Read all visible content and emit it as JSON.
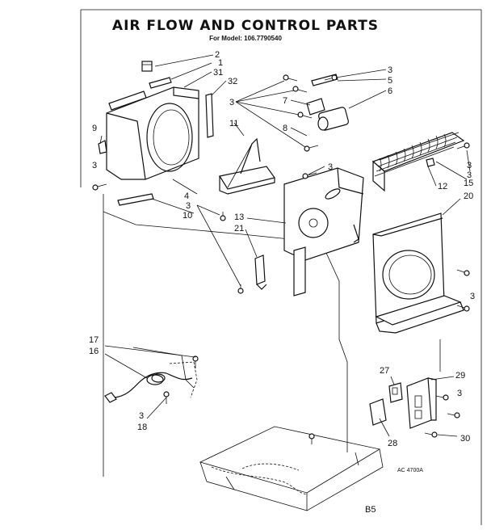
{
  "diagram": {
    "title": "AIR FLOW AND CONTROL PARTS",
    "subtitle": "For Model: 106.7790540",
    "footer_code": "AC 4700A",
    "page_mark": "B5",
    "callouts": [
      {
        "id": "c2",
        "text": "2"
      },
      {
        "id": "c1",
        "text": "1"
      },
      {
        "id": "c31",
        "text": "31"
      },
      {
        "id": "c32",
        "text": "32"
      },
      {
        "id": "c9",
        "text": "9"
      },
      {
        "id": "c3a",
        "text": "3"
      },
      {
        "id": "c11",
        "text": "11"
      },
      {
        "id": "c4",
        "text": "4"
      },
      {
        "id": "c3b",
        "text": "3"
      },
      {
        "id": "c10",
        "text": "10"
      },
      {
        "id": "c3c",
        "text": "3"
      },
      {
        "id": "c7",
        "text": "7"
      },
      {
        "id": "c8",
        "text": "8"
      },
      {
        "id": "c3d",
        "text": "3"
      },
      {
        "id": "c5",
        "text": "5"
      },
      {
        "id": "c6",
        "text": "6"
      },
      {
        "id": "c3e",
        "text": "3"
      },
      {
        "id": "c13",
        "text": "13"
      },
      {
        "id": "c21",
        "text": "21"
      },
      {
        "id": "c3f",
        "text": "3"
      },
      {
        "id": "c12",
        "text": "12"
      },
      {
        "id": "c3g",
        "text": "3"
      },
      {
        "id": "c15",
        "text": "15"
      },
      {
        "id": "c20",
        "text": "20"
      },
      {
        "id": "c3h",
        "text": "3"
      },
      {
        "id": "c17",
        "text": "17"
      },
      {
        "id": "c16",
        "text": "16"
      },
      {
        "id": "c3i",
        "text": "3"
      },
      {
        "id": "c18",
        "text": "18"
      },
      {
        "id": "c27",
        "text": "27"
      },
      {
        "id": "c29",
        "text": "29"
      },
      {
        "id": "c3j",
        "text": "3"
      },
      {
        "id": "c28",
        "text": "28"
      },
      {
        "id": "c30",
        "text": "30"
      }
    ]
  }
}
